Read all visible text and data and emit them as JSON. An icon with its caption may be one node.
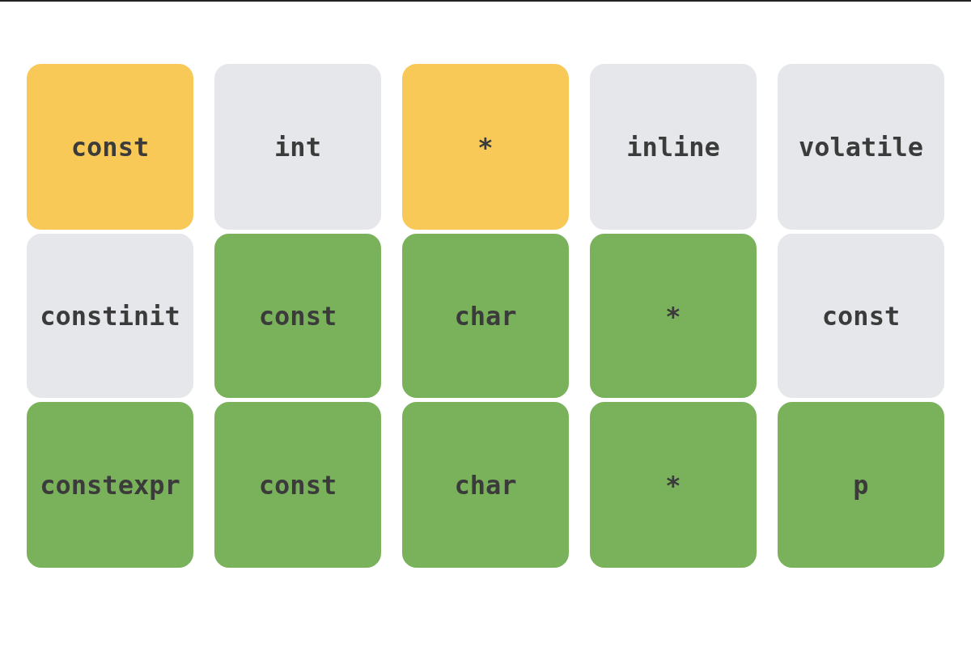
{
  "diagram": {
    "nodes": [
      {
        "text": [
          "const"
        ]
      },
      {
        "text": [
          "int"
        ]
      },
      {
        "text": [
          "*"
        ]
      },
      {
        "text": [
          "inline"
        ]
      },
      {
        "text": [
          "volatile"
        ]
      },
      {
        "text": [
          "constinit"
        ]
      },
      {
        "text": [
          "const"
        ]
      },
      {
        "text": [
          "char"
        ]
      },
      {
        "text": [
          "*"
        ]
      },
      {
        "text": [
          "const"
        ]
      },
      {
        "text": [
          "constexpr"
        ]
      },
      {
        "text": [
          "const"
        ]
      },
      {
        "text": [
          "char"
        ]
      },
      {
        "text": [
          "*"
        ]
      },
      {
        "text": [
          "p"
        ]
      }
    ]
  }
}
